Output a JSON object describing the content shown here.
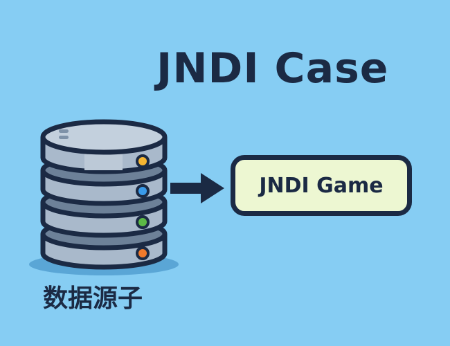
{
  "title": "JNDI Case",
  "datasource": {
    "label": "数据源子",
    "icon": "database-icon",
    "disks": [
      {
        "led_color": "#f6b632"
      },
      {
        "led_color": "#3a9bea"
      },
      {
        "led_color": "#5cba46"
      },
      {
        "led_color": "#f07a2c"
      }
    ]
  },
  "arrow": {
    "icon": "arrow-right-icon"
  },
  "target": {
    "label": "JNDI Game"
  },
  "colors": {
    "background": "#86cdf3",
    "ink": "#1b2a44",
    "box_fill": "#edf7d2",
    "disk_body": "#a9b9cb",
    "disk_top": "#c3d0dd"
  }
}
